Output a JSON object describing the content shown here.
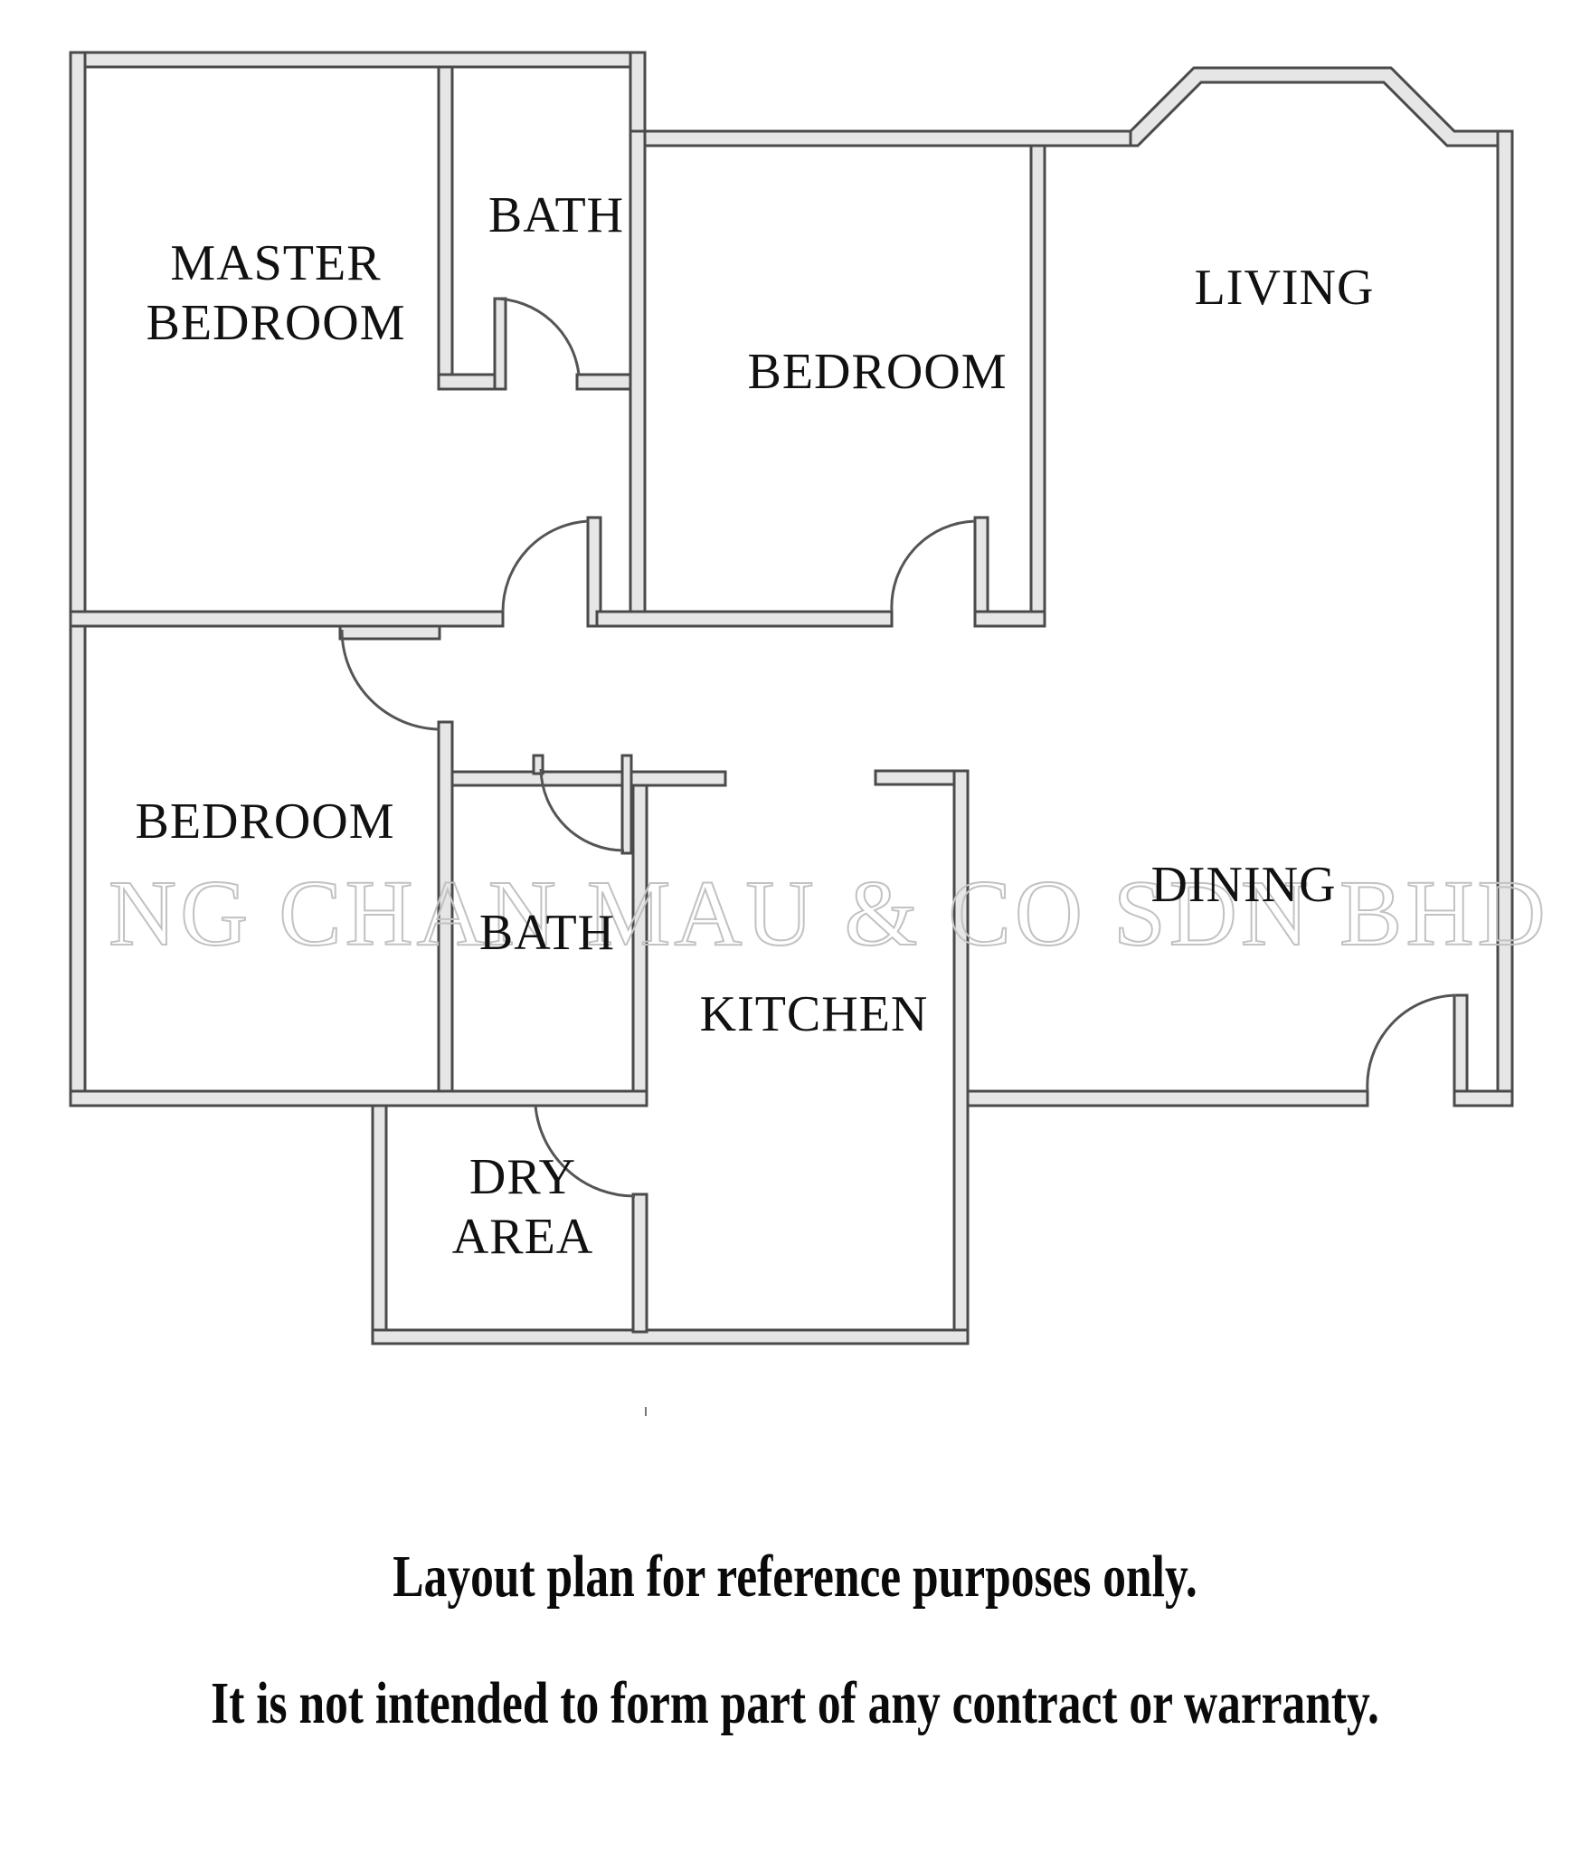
{
  "floor_plan": {
    "rooms": [
      {
        "id": "master-bedroom",
        "label": "MASTER\nBEDROOM"
      },
      {
        "id": "bath-1",
        "label": "BATH"
      },
      {
        "id": "bedroom-2",
        "label": "BEDROOM"
      },
      {
        "id": "living",
        "label": "LIVING"
      },
      {
        "id": "bedroom-3",
        "label": "BEDROOM"
      },
      {
        "id": "bath-2",
        "label": "BATH"
      },
      {
        "id": "dining",
        "label": "DINING"
      },
      {
        "id": "kitchen",
        "label": "KITCHEN"
      },
      {
        "id": "dry-area",
        "label": "DRY\nAREA"
      }
    ],
    "watermark": "NG CHAN MAU & CO SDN BHD",
    "colors": {
      "wall_fill": "#e6e6e6",
      "wall_stroke": "#4a4a4a",
      "label_text": "#111111",
      "watermark_outline": "#c2c2c2"
    }
  },
  "disclaimer": {
    "line1": "Layout plan for reference purposes only.",
    "line2": "It is not intended to form part of any contract or warranty."
  }
}
